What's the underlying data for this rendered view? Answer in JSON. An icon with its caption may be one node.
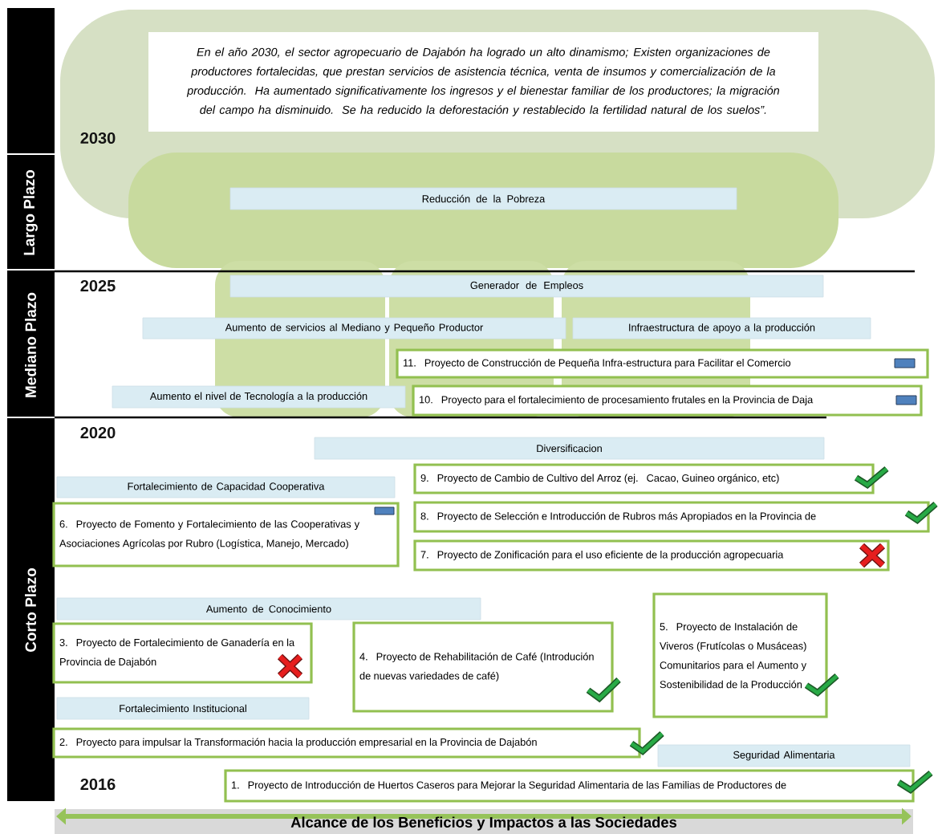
{
  "diagram": {
    "nodes": [
      {
        "text": [
          "En el año 2030, el sector agropecuario de Dajabón ha logrado un alto dinamismo; Existen organizaciones de productores fortalecidas, que prestan servicios de asistencia técnica, venta de insumos y comercialización de la producción. Ha aumentado significativamente los ingresos y el bienestar familiar de los productores; la migración del campo ha disminuido. Se ha reducido la deforestación y restablecido la fertilidad natural de los suelos”."
        ]
      },
      {
        "text": [
          "Reducción de la Pobreza"
        ]
      },
      {
        "text": [
          "Generador de Empleos"
        ]
      },
      {
        "text": [
          "Aumento de servicios al Mediano y Pequeño Productor"
        ]
      },
      {
        "text": [
          "Infraestructura de apoyo a la producción"
        ]
      },
      {
        "text": [
          "11. Proyecto de Construcción de Pequeña Infra-estructura para Facilitar el Comercio"
        ]
      },
      {
        "text": [],
        "shape": "box",
        "in": 5
      },
      {
        "text": [
          "Aumento el nivel de Tecnología a la producción"
        ]
      },
      {
        "text": [
          "10. Proyecto para el fortalecimiento de procesamiento frutales en la Provincia de Daja"
        ]
      },
      {
        "text": [],
        "shape": "box",
        "in": 8
      },
      {
        "text": [
          "Diversificacion"
        ]
      },
      {
        "text": [
          "9. Proyecto de Cambio de Cultivo del Arroz (ej. Cacao, Guineo orgánico, etc)"
        ]
      },
      {
        "text": [],
        "shape": "check"
      },
      {
        "text": [
          "Fortalecimiento de Capacidad Cooperativa"
        ]
      },
      {
        "text": [
          "8. Proyecto de Selección e Introducción de Rubros más Apropiados en la Provincia de"
        ]
      },
      {
        "text": [],
        "shape": "check"
      },
      {
        "text": [
          "6. Proyecto de Fomento y Fortalecimiento de las Cooperativas y Asociaciones Agrícolas por Rubro (Logística, Manejo, Mercado)"
        ]
      },
      {
        "text": [],
        "shape": "box",
        "in": 16
      },
      {
        "text": [
          "7. Proyecto de Zonificación para el uso eficiente de la producción agropecuaria"
        ]
      },
      {
        "text": [],
        "shape": "cross",
        "in": 18
      },
      {
        "text": [
          "Aumento de Conocimiento"
        ]
      },
      {
        "text": [
          "3. Proyecto de Fortalecimiento de Ganadería en la Provincia de Dajabón"
        ]
      },
      {
        "text": [],
        "shape": "cross",
        "in": 21
      },
      {
        "text": [
          "4. Proyecto de Rehabilitación de Café (Introdución de nuevas variedades de café)"
        ]
      },
      {
        "text": [],
        "shape": "check"
      },
      {
        "text": [
          "5. Proyecto de Instalación de Viveros (Frutícolas o Musáceas) Comunitarios para el Aumento y Sostenibilidad de la Producción"
        ]
      },
      {
        "text": [],
        "shape": "check"
      },
      {
        "text": [
          "Fortalecimiento Institucional"
        ]
      },
      {
        "text": [
          "2. Proyecto para impulsar la Transformación hacia la producción empresarial en la Provincia de Dajabón"
        ]
      },
      {
        "text": [],
        "shape": "check"
      },
      {
        "text": [
          "Seguridad Alimentaria"
        ]
      },
      {
        "text": [
          "1. Proyecto de Introducción de Huertos Caseros para Mejorar la Seguridad Alimentaria de las Familias de Productores de"
        ]
      },
      {
        "text": [],
        "shape": "check"
      }
    ],
    "edges": [],
    "labels": [
      "2030",
      "Largo Plazo",
      "2025",
      "Mediano Plazo",
      "2020",
      "Corto Plazo",
      "2016",
      "Alcance de los Beneficios y Impactos a las Sociedades"
    ]
  }
}
